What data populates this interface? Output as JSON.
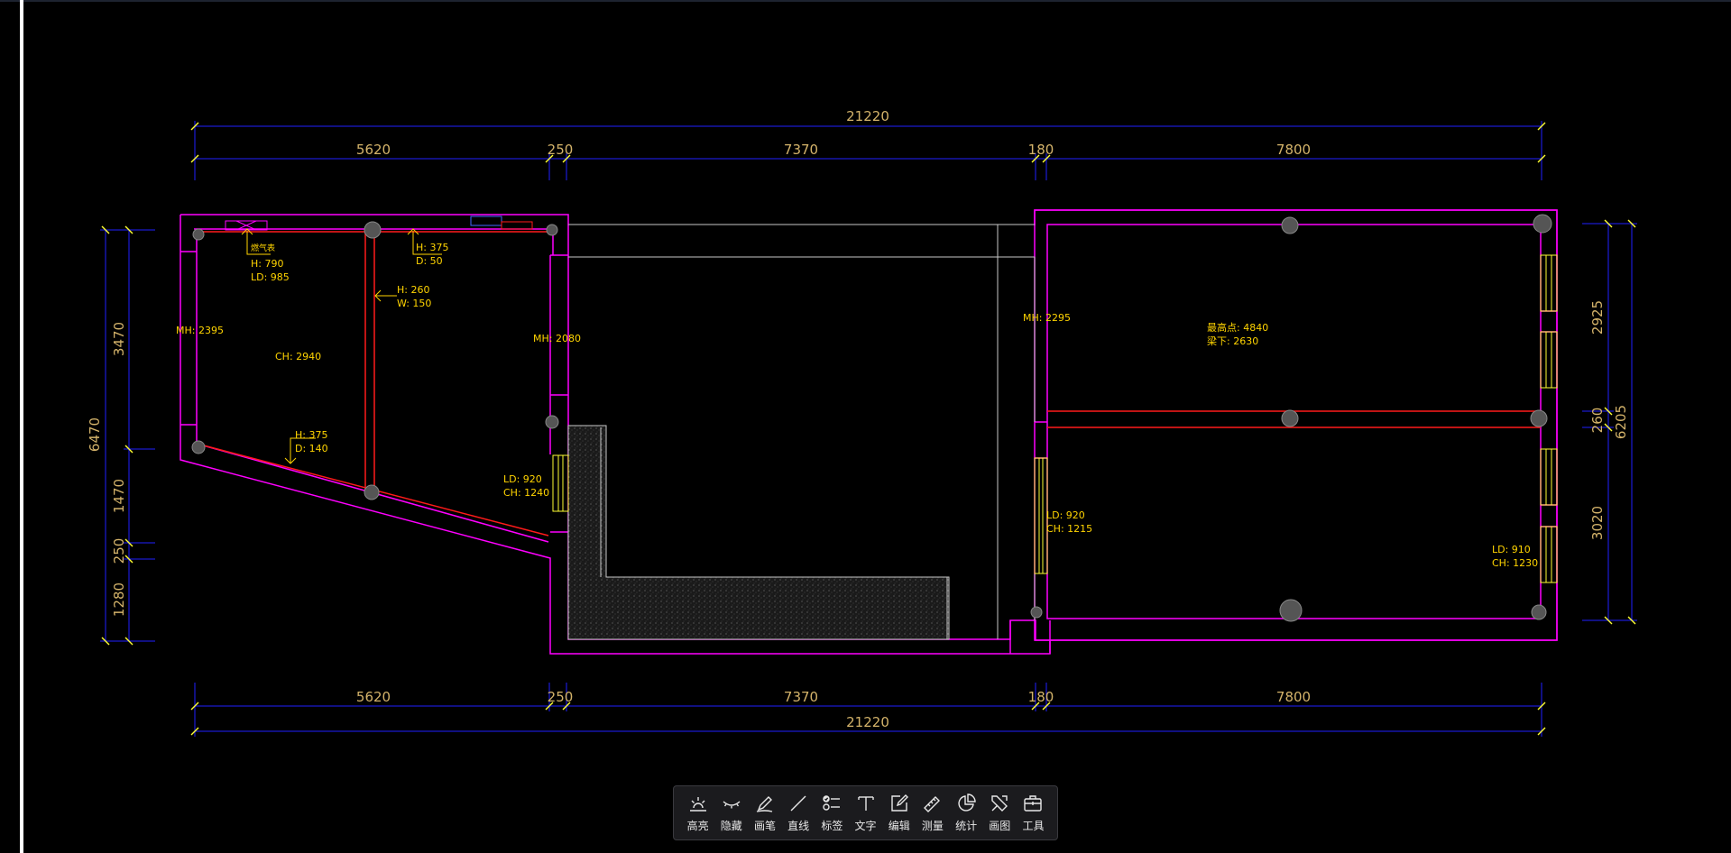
{
  "colors": {
    "background": "#000000",
    "dimension": "#1f1fff",
    "dimension_text": "#d4b36a",
    "wall": "#ff00ff",
    "beam": "#ff1a1a",
    "annotation": "#ffd400",
    "window": "#ffff33",
    "line": "#c8c8c8"
  },
  "dimensions": {
    "top_total": "21220",
    "top_segments": [
      "5620",
      "250",
      "7370",
      "180",
      "7800"
    ],
    "bottom_total": "21220",
    "bottom_segments": [
      "5620",
      "250",
      "7370",
      "180",
      "7800"
    ],
    "left_total": "6470",
    "left_segments": [
      "3470",
      "1470",
      "250",
      "1280"
    ],
    "right_total": "6205",
    "right_segments": [
      "2925",
      "260",
      "3020"
    ]
  },
  "annotations": {
    "a1_name": "燃气表",
    "a1_h": "H: 790",
    "a1_ld": "LD: 985",
    "a2_h": "H: 375",
    "a2_d": "D: 50",
    "a3_h": "H: 260",
    "a3_w": "W: 150",
    "a4_mh": "MH: 2395",
    "a5_ch": "CH: 2940",
    "a6_h": "H: 375",
    "a6_d": "D: 140",
    "a7_mh": "MH: 2080",
    "a8_ld": "LD: 920",
    "a8_ch": "CH: 1240",
    "a9_mh": "MH: 2295",
    "a10_top": "最高点: 4840",
    "a10_bot": "梁下: 2630",
    "a11_ld": "LD: 920",
    "a11_ch": "CH: 1215",
    "a12_ld": "LD: 910",
    "a12_ch": "CH: 1230"
  },
  "toolbar": {
    "items": [
      {
        "label": "高亮",
        "icon": "highlight-icon"
      },
      {
        "label": "隐藏",
        "icon": "hide-icon"
      },
      {
        "label": "画笔",
        "icon": "pen-icon"
      },
      {
        "label": "直线",
        "icon": "line-icon"
      },
      {
        "label": "标签",
        "icon": "tag-icon"
      },
      {
        "label": "文字",
        "icon": "text-icon"
      },
      {
        "label": "编辑",
        "icon": "edit-icon"
      },
      {
        "label": "测量",
        "icon": "measure-icon"
      },
      {
        "label": "统计",
        "icon": "stats-icon"
      },
      {
        "label": "画图",
        "icon": "draw-icon"
      },
      {
        "label": "工具",
        "icon": "tools-icon"
      }
    ]
  }
}
